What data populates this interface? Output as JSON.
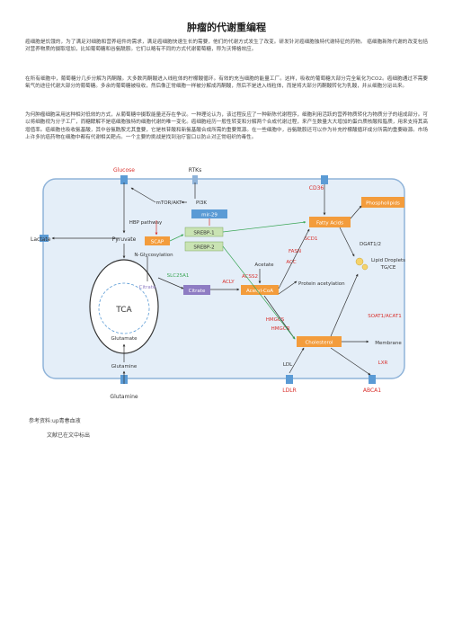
{
  "title": "肿瘤的代谢重编程",
  "paragraphs": [
    "癌细胞是饥饿的，为了满足对细胞和营养组件的需求，满足癌细胞快速生长的需要，他们的代谢方式发生了改变。研发针对癌细胞独特代谢特征的药物。 癌细胞新陈代谢的改变包括对营养物质的摄取增加，比如葡萄糖和谷氨酰胺。它们以略有不同的方式代谢葡萄糖，称为沃博格效应。",
    "在所有细胞中，葡萄糖分几步分解为丙酮酸。大多数丙酮酸进入线粒体的柠檬酸循环。有效的充当细胞的能量工厂。这样，吸收的葡萄糖大部分完全氧化为CO2。癌细胞通过不需要氧气的途径代谢大部分的葡萄糖。多余的葡萄糖被吸收，然后像正常细胞一样被分解成丙酮酸，然后不是进入线粒体，而是将大部分丙酮酸转化为乳酸，并从细胞分泌出来。",
    "为何肿瘤细胞采用这种相对低效的方式，从葡萄糖中摄取能量还存在争议。一种理论认为，该过程反应了一种新陈代谢程序，细胞利用活跃的营养物质转化为物质分子的组成部分。可以将细胞视为分子工厂，而糖酵解不是癌细胞独特的细胞代谢的唯一变化。癌细胞经历一般性转变和分解两个合成代谢过程，来产生数量大大增加的蛋白质核酸和脂质，用来支持其高增值率。癌细胞也吸收氨基酸，其中谷氨酰胺尤其重要，它是核苷酸和新氨基酸合成所需的重要氮源。在一些细胞中，谷氨酰胺还可以作为补充柠檬酸循环成分所需的重要碳源。市场上许多抗癌药物在细胞中都有代谢相关靶点。一个主要的挑战是找到治疗窗口以防止对正常组织的毒性。"
  ],
  "figure": {
    "labels": {
      "glucose": "Glucose",
      "rtks": "RTKs",
      "cd36": "CD36",
      "mtor_akt": "mTOR/AKT",
      "pi3k": "PI3K",
      "hbp": "HBP pathway",
      "mir29": "mir-29",
      "scap": "SCAP",
      "srebp1": "SREBP-1",
      "srebp2": "SREBP-2",
      "nglyco": "N-Glycosylation",
      "lactate": "Lactate",
      "pyruvate": "Pyruvate",
      "slc25a1": "SLC25A1",
      "citrate_mito": "Citrate",
      "citrate_cyto": "Citrate",
      "tca": "TCA",
      "glutamate": "Glutamate",
      "glutamine_in": "Glutamine",
      "glutamine_out": "Glutamine",
      "acly": "ACLY",
      "acetyl_coa": "Acetyl-CoA",
      "acss2": "ACSS2",
      "acetate": "Acetate",
      "acc": "ACC",
      "fasn": "FASN",
      "scd1": "SCD1",
      "fatty_acids": "Fatty Acids",
      "phospholipids": "Phospholipids",
      "dgat": "DGAT1/2",
      "lipid_droplets": "Lipid Droplets",
      "tgce": "TG/CE",
      "protein_acetylation": "Protein acetylation",
      "hmgcs": "HMGCS",
      "hmgcr": "HMGCR",
      "cholesterol": "Cholesterol",
      "soat": "SOAT1/ACAT1",
      "membrane": "Membrane",
      "ldl": "LDL",
      "ldlr": "LDLR",
      "lxr": "LXR",
      "abca1": "ABCA1"
    },
    "colors": {
      "cell_fill": "#e4eef8",
      "cell_stroke": "#8fb3d9",
      "box_blue": "#5b9bd5",
      "box_orange": "#f39c3c",
      "box_green": "#c9e3b3",
      "box_purple": "#8e7cc3",
      "red_text": "#d9302c",
      "green_text": "#3aa655",
      "line": "#333333"
    }
  },
  "reference_label": "参考资料:up青春血液",
  "reference_note": "文献已在文中标出"
}
